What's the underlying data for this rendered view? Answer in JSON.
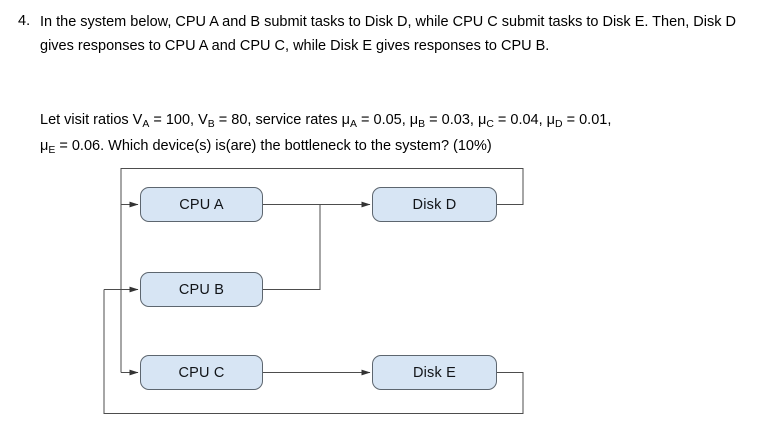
{
  "question": {
    "number": "4.",
    "paragraph1": "In the system below, CPU A and B submit tasks to Disk D, while CPU C submit tasks to Disk E. Then, Disk D gives responses to CPU A and CPU C, while Disk E gives responses to CPU B.",
    "paragraph2": {
      "line1_part1": "Let visit ratios V",
      "line1_va_sub": "A",
      "line1_part2": " = 100, V",
      "line1_vb_sub": "B",
      "line1_part3": " = 80, service rates μ",
      "line1_mua_sub": "A",
      "line1_part4": " = 0.05, μ",
      "line1_mub_sub": "B",
      "line1_part5": " = 0.03, μ",
      "line1_muc_sub": "C",
      "line1_part6": " = 0.04, μ",
      "line1_mud_sub": "D",
      "line1_part7": " = 0.01,",
      "line2_part1": "μ",
      "line2_mue_sub": "E",
      "line2_part2": " = 0.06. Which device(s) is(are) the bottleneck to the system? (10%)"
    },
    "values": {
      "V_A": 100,
      "V_B": 80,
      "mu_A": 0.05,
      "mu_B": 0.03,
      "mu_C": 0.04,
      "mu_D": 0.01,
      "mu_E": 0.06,
      "marks": "10%"
    }
  },
  "diagram": {
    "nodes": [
      {
        "id": "cpu-a",
        "label": "CPU A"
      },
      {
        "id": "cpu-b",
        "label": "CPU B"
      },
      {
        "id": "cpu-c",
        "label": "CPU C"
      },
      {
        "id": "disk-d",
        "label": "Disk D"
      },
      {
        "id": "disk-e",
        "label": "Disk E"
      }
    ],
    "edges": [
      {
        "from": "cpu-a",
        "to": "disk-d",
        "kind": "submit"
      },
      {
        "from": "cpu-b",
        "to": "disk-d",
        "kind": "submit"
      },
      {
        "from": "cpu-c",
        "to": "disk-e",
        "kind": "submit"
      },
      {
        "from": "disk-d",
        "to": "cpu-a",
        "kind": "response"
      },
      {
        "from": "disk-d",
        "to": "cpu-c",
        "kind": "response"
      },
      {
        "from": "disk-e",
        "to": "cpu-b",
        "kind": "response"
      }
    ],
    "colors": {
      "node_fill": "#d7e5f4",
      "node_border": "#5d666f",
      "edge_line": "#4d4d4d",
      "text": "#111418",
      "background": "#ffffff"
    }
  }
}
